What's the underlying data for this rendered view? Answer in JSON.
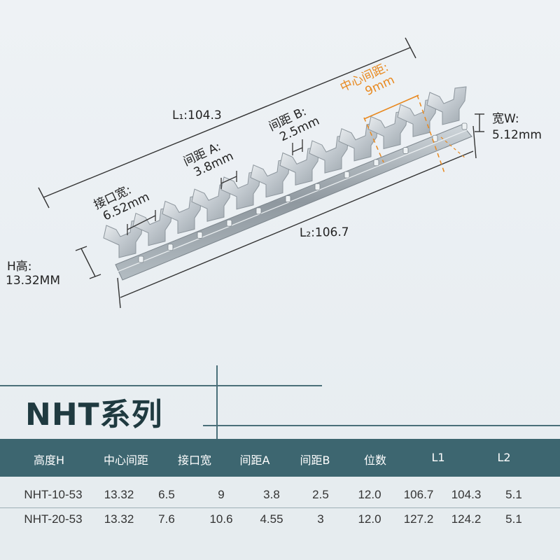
{
  "diagram": {
    "labels": {
      "l1": "L₁:104.3",
      "l2": "L₂:106.7",
      "height_label": "H高:",
      "height_value": "13.32MM",
      "width_label": "宽W:",
      "width_value": "5.12mm",
      "slot_width_label": "接口宽:",
      "slot_width_value": "6.52mm",
      "spacing_a_label": "间距 A:",
      "spacing_a_value": "3.8mm",
      "spacing_b_label": "间距 B:",
      "spacing_b_value": "2.5mm",
      "pitch_label": "中心间距:",
      "pitch_value": "9mm"
    },
    "colors": {
      "annotation": "#222222",
      "pitch_annotation": "#e8891f",
      "metal": "#b9c1c7"
    }
  },
  "series_title": "NHT系列",
  "colors": {
    "header_bg": "#3d6670",
    "title": "#1f3a40",
    "page_bg": "#e9eef2"
  },
  "spec_table": {
    "columns": [
      "高度H",
      "中心间距",
      "接口宽",
      "间距A",
      "间距B",
      "位数",
      "L1",
      "L2"
    ],
    "rows": [
      [
        "NHT-10-53",
        "13.32",
        "6.5",
        "9",
        "3.8",
        "2.5",
        "12.0",
        "106.7",
        "104.3",
        "5.1"
      ],
      [
        "NHT-20-53",
        "13.32",
        "7.6",
        "10.6",
        "4.55",
        "3",
        "12.0",
        "127.2",
        "124.2",
        "5.1"
      ]
    ]
  }
}
